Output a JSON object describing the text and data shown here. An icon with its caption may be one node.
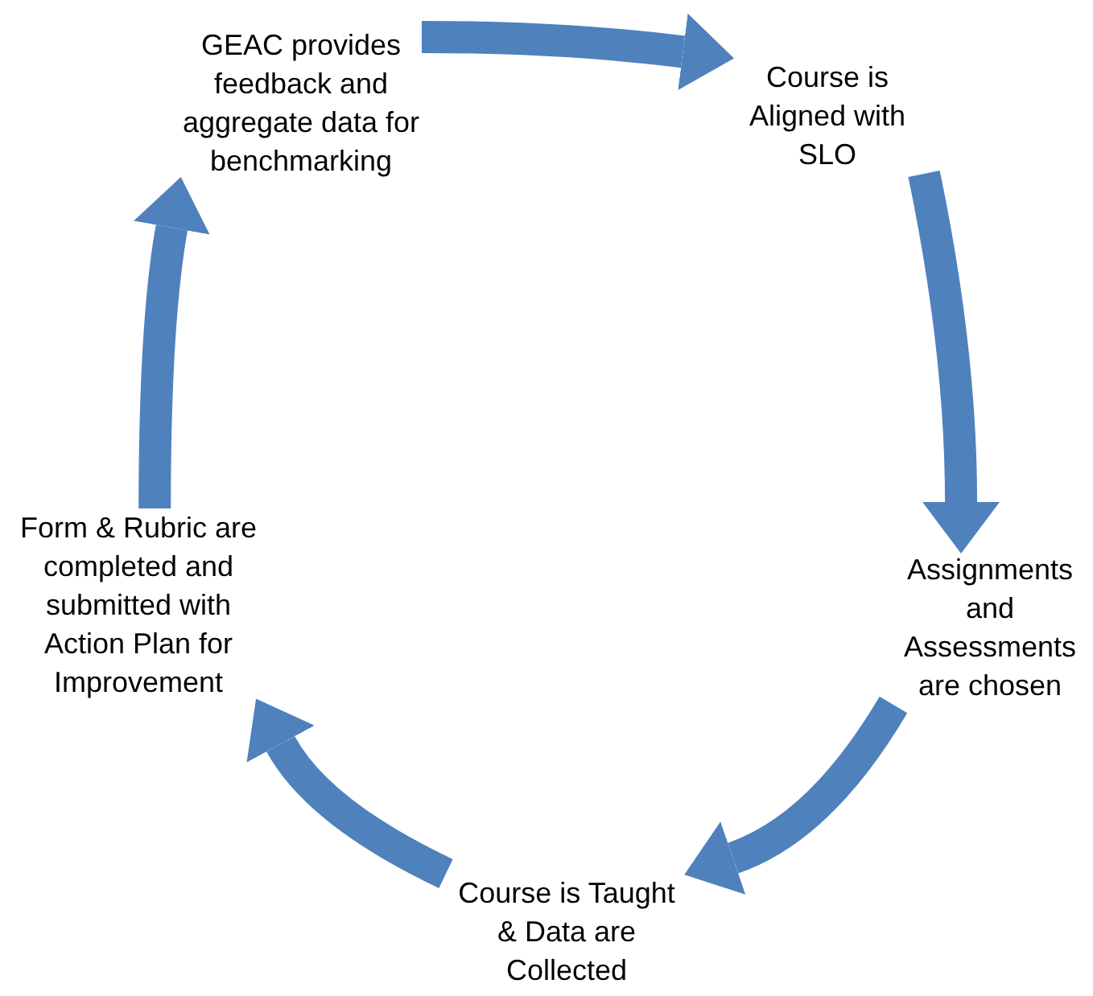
{
  "diagram": {
    "nodes": [
      {
        "text": [
          "GEAC provides feedback and aggregate data for benchmarking"
        ]
      },
      {
        "text": [
          "Course is Aligned with SLO"
        ]
      },
      {
        "text": [
          "Assignments and Assessments are chosen"
        ]
      },
      {
        "text": [
          "Course is Taught & Data are Collected"
        ]
      },
      {
        "text": [
          "Form & Rubric are completed and submitted with Action Plan for Improvement"
        ]
      }
    ],
    "edges": [
      {
        "from": 0,
        "to": 1,
        "arrow": "to"
      },
      {
        "from": 1,
        "to": 2,
        "arrow": "to"
      },
      {
        "from": 2,
        "to": 3,
        "arrow": "to"
      },
      {
        "from": 3,
        "to": 4,
        "arrow": "to"
      },
      {
        "from": 4,
        "to": 0,
        "arrow": "to"
      }
    ]
  }
}
